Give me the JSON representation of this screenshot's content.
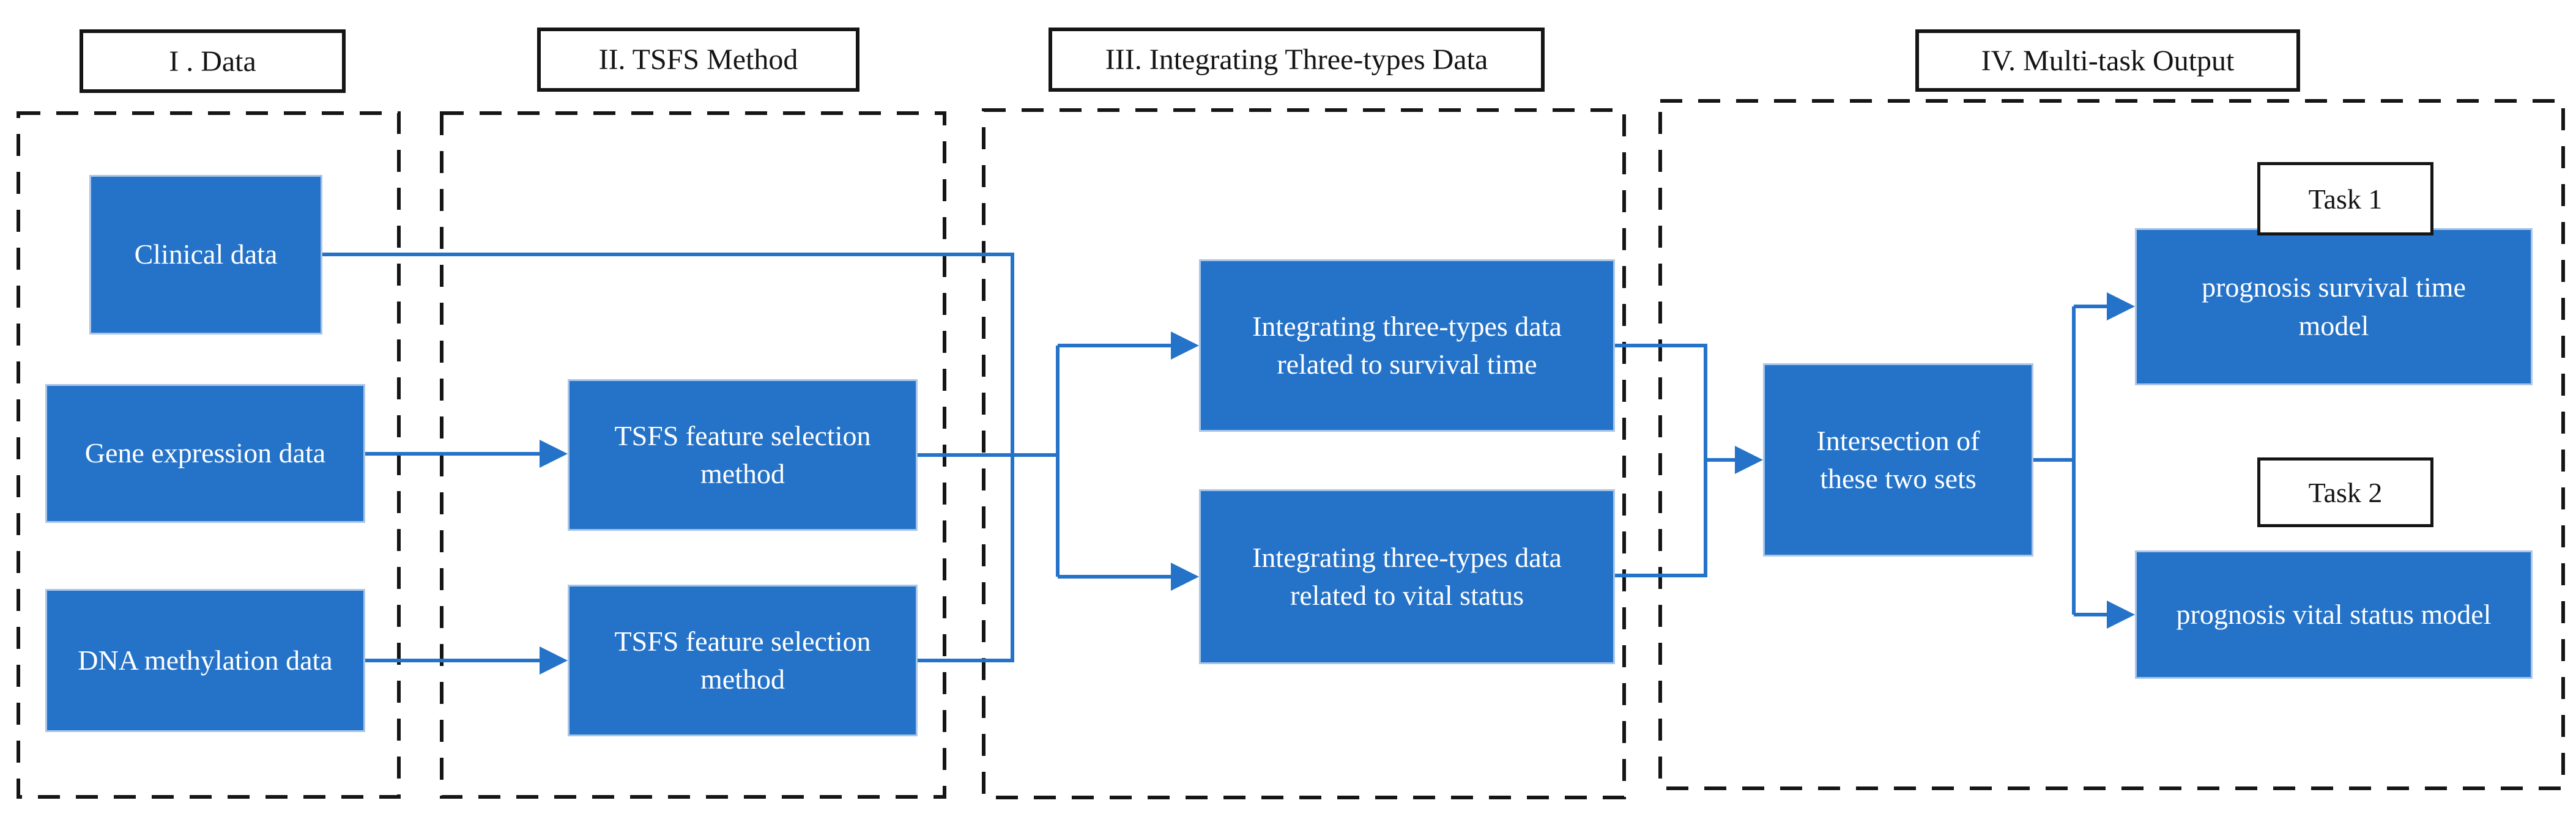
{
  "sections": [
    {
      "id": "data",
      "label": "I . Data"
    },
    {
      "id": "tsfs-method",
      "label": "II. TSFS Method"
    },
    {
      "id": "integrating",
      "label": "III. Integrating Three-types Data"
    },
    {
      "id": "multi-task",
      "label": "IV. Multi-task Output"
    }
  ],
  "nodes": {
    "clinical_data": {
      "label": "Clinical data"
    },
    "gene_expression": {
      "label": "Gene expression data"
    },
    "dna_methylation": {
      "label": "DNA methylation data"
    },
    "tsfs_top": {
      "label": "TSFS feature selection method"
    },
    "tsfs_bottom": {
      "label": "TSFS feature selection method"
    },
    "integrate_survival": {
      "label": "Integrating three-types data related to survival time"
    },
    "integrate_vital": {
      "label": "Integrating three-types data related to vital status"
    },
    "intersection": {
      "label": "Intersection of these two sets"
    },
    "task1": {
      "label": "Task 1"
    },
    "task2": {
      "label": "Task 2"
    },
    "model_survival": {
      "label": "prognosis survival time model"
    },
    "model_vital": {
      "label": "prognosis vital status model"
    }
  },
  "colors": {
    "node_fill": "#2573c8",
    "node_border": "#a9c6e8",
    "connector": "#2573c8",
    "outline_black": "#151515",
    "node_text": "#ffffff",
    "header_text": "#151515",
    "background": "#ffffff"
  }
}
